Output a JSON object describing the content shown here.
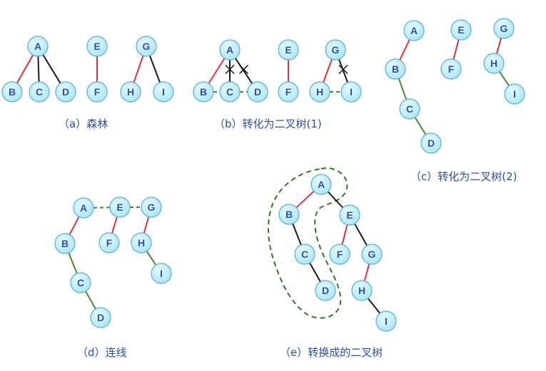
{
  "colors": {
    "node_fill": "#bfeffb",
    "node_stroke": "#5aaed6",
    "node_label": "#2a4fc0",
    "edge_red": "#e03030",
    "edge_black": "#1a1a1a",
    "edge_green": "#3f8f2a",
    "caption_text": "#2a4fa8"
  },
  "captions": {
    "a": "（a）森林",
    "b": "（b）转化为二叉树(1)",
    "c": "（c）转化为二叉树(2)",
    "d": "（d）连线",
    "e": "（e）转换成的二叉树"
  },
  "panels": [
    {
      "id": "a",
      "nodes": [
        {
          "id": "a-A",
          "label": "A"
        },
        {
          "id": "a-B",
          "label": "B"
        },
        {
          "id": "a-C",
          "label": "C"
        },
        {
          "id": "a-D",
          "label": "D"
        },
        {
          "id": "a-E",
          "label": "E"
        },
        {
          "id": "a-F",
          "label": "F"
        },
        {
          "id": "a-G",
          "label": "G"
        },
        {
          "id": "a-H",
          "label": "H"
        },
        {
          "id": "a-I",
          "label": "I"
        }
      ],
      "edges": [
        {
          "from": "a-A",
          "to": "a-B",
          "color": "red",
          "style": "solid"
        },
        {
          "from": "a-A",
          "to": "a-C",
          "color": "black",
          "style": "solid"
        },
        {
          "from": "a-A",
          "to": "a-D",
          "color": "black",
          "style": "solid"
        },
        {
          "from": "a-E",
          "to": "a-F",
          "color": "red",
          "style": "solid"
        },
        {
          "from": "a-G",
          "to": "a-H",
          "color": "red",
          "style": "solid"
        },
        {
          "from": "a-G",
          "to": "a-I",
          "color": "black",
          "style": "solid"
        }
      ]
    },
    {
      "id": "b",
      "nodes": [
        {
          "id": "b-A",
          "label": "A"
        },
        {
          "id": "b-B",
          "label": "B"
        },
        {
          "id": "b-C",
          "label": "C"
        },
        {
          "id": "b-D",
          "label": "D"
        },
        {
          "id": "b-E",
          "label": "E"
        },
        {
          "id": "b-F",
          "label": "F"
        },
        {
          "id": "b-G",
          "label": "G"
        },
        {
          "id": "b-H",
          "label": "H"
        },
        {
          "id": "b-I",
          "label": "I"
        }
      ],
      "edges": [
        {
          "from": "b-A",
          "to": "b-B",
          "color": "red",
          "style": "solid"
        },
        {
          "from": "b-A",
          "to": "b-C",
          "color": "black",
          "style": "solid",
          "crossed": true
        },
        {
          "from": "b-A",
          "to": "b-D",
          "color": "black",
          "style": "solid",
          "crossed": true
        },
        {
          "from": "b-B",
          "to": "b-C",
          "color": "green",
          "style": "dashed"
        },
        {
          "from": "b-C",
          "to": "b-D",
          "color": "green",
          "style": "dashed"
        },
        {
          "from": "b-E",
          "to": "b-F",
          "color": "red",
          "style": "solid"
        },
        {
          "from": "b-G",
          "to": "b-H",
          "color": "red",
          "style": "solid"
        },
        {
          "from": "b-G",
          "to": "b-I",
          "color": "black",
          "style": "solid",
          "crossed": true
        },
        {
          "from": "b-H",
          "to": "b-I",
          "color": "green",
          "style": "dashed"
        }
      ]
    },
    {
      "id": "c",
      "nodes": [
        {
          "id": "c-A",
          "label": "A"
        },
        {
          "id": "c-B",
          "label": "B"
        },
        {
          "id": "c-C",
          "label": "C"
        },
        {
          "id": "c-D",
          "label": "D"
        },
        {
          "id": "c-E",
          "label": "E"
        },
        {
          "id": "c-F",
          "label": "F"
        },
        {
          "id": "c-G",
          "label": "G"
        },
        {
          "id": "c-H",
          "label": "H"
        },
        {
          "id": "c-I",
          "label": "I"
        }
      ],
      "edges": [
        {
          "from": "c-A",
          "to": "c-B",
          "color": "red",
          "style": "solid"
        },
        {
          "from": "c-B",
          "to": "c-C",
          "color": "green",
          "style": "solid"
        },
        {
          "from": "c-C",
          "to": "c-D",
          "color": "green",
          "style": "solid"
        },
        {
          "from": "c-E",
          "to": "c-F",
          "color": "red",
          "style": "solid"
        },
        {
          "from": "c-G",
          "to": "c-H",
          "color": "red",
          "style": "solid"
        },
        {
          "from": "c-H",
          "to": "c-I",
          "color": "green",
          "style": "solid"
        }
      ]
    },
    {
      "id": "d",
      "nodes": [
        {
          "id": "d-A",
          "label": "A"
        },
        {
          "id": "d-B",
          "label": "B"
        },
        {
          "id": "d-C",
          "label": "C"
        },
        {
          "id": "d-D",
          "label": "D"
        },
        {
          "id": "d-E",
          "label": "E"
        },
        {
          "id": "d-F",
          "label": "F"
        },
        {
          "id": "d-G",
          "label": "G"
        },
        {
          "id": "d-H",
          "label": "H"
        },
        {
          "id": "d-I",
          "label": "I"
        }
      ],
      "edges": [
        {
          "from": "d-A",
          "to": "d-E",
          "color": "green",
          "style": "dashed"
        },
        {
          "from": "d-E",
          "to": "d-G",
          "color": "green",
          "style": "dashed"
        },
        {
          "from": "d-A",
          "to": "d-B",
          "color": "red",
          "style": "solid"
        },
        {
          "from": "d-B",
          "to": "d-C",
          "color": "green",
          "style": "solid"
        },
        {
          "from": "d-C",
          "to": "d-D",
          "color": "green",
          "style": "solid"
        },
        {
          "from": "d-E",
          "to": "d-F",
          "color": "red",
          "style": "solid"
        },
        {
          "from": "d-G",
          "to": "d-H",
          "color": "red",
          "style": "solid"
        },
        {
          "from": "d-H",
          "to": "d-I",
          "color": "green",
          "style": "solid"
        }
      ]
    },
    {
      "id": "e",
      "nodes": [
        {
          "id": "e-A",
          "label": "A"
        },
        {
          "id": "e-B",
          "label": "B"
        },
        {
          "id": "e-C",
          "label": "C"
        },
        {
          "id": "e-D",
          "label": "D"
        },
        {
          "id": "e-E",
          "label": "E"
        },
        {
          "id": "e-F",
          "label": "F"
        },
        {
          "id": "e-G",
          "label": "G"
        },
        {
          "id": "e-H",
          "label": "H"
        },
        {
          "id": "e-I",
          "label": "I"
        }
      ],
      "edges": [
        {
          "from": "e-A",
          "to": "e-B",
          "color": "red",
          "style": "solid"
        },
        {
          "from": "e-A",
          "to": "e-E",
          "color": "black",
          "style": "solid"
        },
        {
          "from": "e-B",
          "to": "e-C",
          "color": "black",
          "style": "solid"
        },
        {
          "from": "e-C",
          "to": "e-D",
          "color": "black",
          "style": "solid"
        },
        {
          "from": "e-E",
          "to": "e-F",
          "color": "red",
          "style": "solid"
        },
        {
          "from": "e-E",
          "to": "e-G",
          "color": "black",
          "style": "solid"
        },
        {
          "from": "e-G",
          "to": "e-H",
          "color": "red",
          "style": "solid"
        },
        {
          "from": "e-H",
          "to": "e-I",
          "color": "black",
          "style": "solid"
        }
      ],
      "has_outline": true
    }
  ]
}
